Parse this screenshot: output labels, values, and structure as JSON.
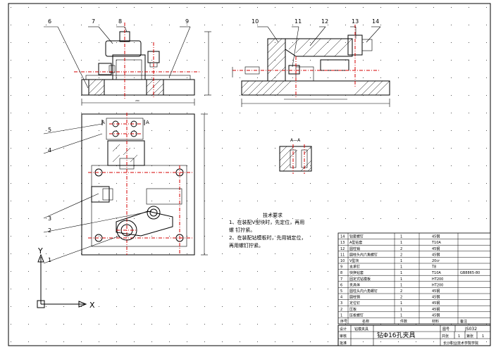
{
  "balloons": {
    "b1": "1",
    "b2": "2",
    "b3": "3",
    "b4": "4",
    "b5": "5",
    "b6": "6",
    "b7": "7",
    "b8": "8",
    "b9": "9",
    "b10": "10",
    "b11": "11",
    "b12": "12",
    "b13": "13",
    "b14": "14"
  },
  "section_label": "A—A",
  "section_mark": "A",
  "tech_req": {
    "title": "技术要求",
    "line1": "1、在装配V型块时，先定位，再用",
    "line2": "螺      钉拧紧。",
    "line3": "2、在装配钻模板时，先用销定位，",
    "line4": "再用螺钉拧紧。"
  },
  "ucs": {
    "y": "Y",
    "x": "X"
  },
  "bom": {
    "rows": [
      {
        "no": "14",
        "name": "钻套螺钉",
        "qty": "1",
        "mat": "45钢",
        "note": ""
      },
      {
        "no": "13",
        "name": "A型钻套",
        "qty": "1",
        "mat": "T10A",
        "note": ""
      },
      {
        "no": "12",
        "name": "圆柱销",
        "qty": "2",
        "mat": "45钢",
        "note": ""
      },
      {
        "no": "11",
        "name": "圆柱头内六角螺钉",
        "qty": "2",
        "mat": "45钢",
        "note": ""
      },
      {
        "no": "10",
        "name": "V型块",
        "qty": "1",
        "mat": "20cr",
        "note": ""
      },
      {
        "no": "9",
        "name": "支承钉",
        "qty": "1",
        "mat": "T8",
        "note": ""
      },
      {
        "no": "8",
        "name": "快换钻套",
        "qty": "1",
        "mat": "T10A",
        "note": "GB8865-80"
      },
      {
        "no": "7",
        "name": "固定式钻模板",
        "qty": "1",
        "mat": "HT200",
        "note": ""
      },
      {
        "no": "6",
        "name": "夹具体",
        "qty": "1",
        "mat": "HT200",
        "note": ""
      },
      {
        "no": "5",
        "name": "圆柱头内六角螺钉",
        "qty": "2",
        "mat": "45钢",
        "note": ""
      },
      {
        "no": "4",
        "name": "圆柱销",
        "qty": "2",
        "mat": "45钢",
        "note": ""
      },
      {
        "no": "3",
        "name": "定位钉",
        "qty": "1",
        "mat": "45钢",
        "note": ""
      },
      {
        "no": "2",
        "name": "压板",
        "qty": "1",
        "mat": "45钢",
        "note": ""
      },
      {
        "no": "1",
        "name": "压板螺钉",
        "qty": "1",
        "mat": "45钢",
        "note": ""
      }
    ],
    "headers": {
      "no": "序号",
      "name": "名称",
      "qty": "件数",
      "mat": "材料",
      "note": "备注"
    },
    "title_block": {
      "title": "钻Φ16孔夹具",
      "tuhao_label": "图号",
      "tuhao": "JS032",
      "design": "设计",
      "check": "审核",
      "approve": "批准",
      "designer": "钻模夹具",
      "scale_label": "共张",
      "scale": "1",
      "sheet_label": "第张",
      "sheet": "1",
      "school": "长沙职业技术学院学院"
    }
  }
}
